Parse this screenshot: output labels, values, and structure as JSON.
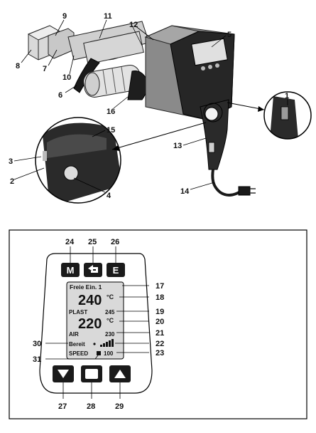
{
  "callouts": [
    "1",
    "2",
    "3",
    "4",
    "5",
    "6",
    "7",
    "8",
    "9",
    "10",
    "11",
    "12",
    "13",
    "14",
    "15",
    "16",
    "17",
    "18",
    "19",
    "20",
    "21",
    "22",
    "23",
    "24",
    "25",
    "26",
    "27",
    "28",
    "29",
    "30",
    "31"
  ],
  "panel": {
    "buttons_top": {
      "m": "M",
      "e": "E"
    },
    "display": {
      "profile": "Freie Ein. 1",
      "temp_set": "240",
      "temp_unit": "°C",
      "material": "PLAST",
      "temp_actual_small": "245",
      "temp_air": "220",
      "temp_air_unit": "°C",
      "air_label": "AIR",
      "air_value": "230",
      "status": "Bereit",
      "speed_label": "SPEED",
      "speed_value": "100"
    }
  }
}
